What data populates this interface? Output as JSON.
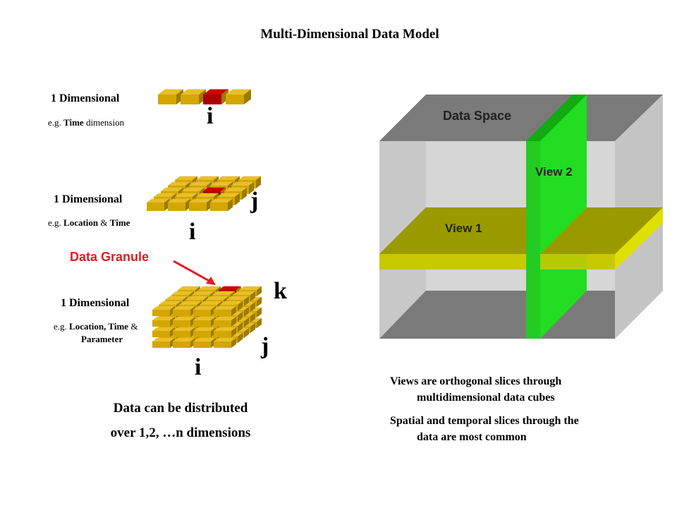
{
  "title": "Multi-Dimensional Data Model",
  "left": {
    "items": [
      {
        "label": "1 Dimensional",
        "example_prefix": "e.g. ",
        "example_bold": "Time",
        "example_suffix": " dimension",
        "axes": [
          "i"
        ]
      },
      {
        "label": "1 Dimensional",
        "example_prefix": "e.g. ",
        "example_bold": "Location",
        "example_suffix": " & ",
        "example_bold2": "Time",
        "axes": [
          "j",
          "i"
        ]
      },
      {
        "label": "1 Dimensional",
        "example_prefix": "e.g. ",
        "example_bold": "Location, Time",
        "example_suffix": " & ",
        "example_line2": "Parameter",
        "axes": [
          "k",
          "j",
          "i"
        ]
      }
    ],
    "granule_label": "Data Granule",
    "footer_line1": "Data can be distributed",
    "footer_line2": "over 1,2, …n dimensions"
  },
  "right": {
    "space_label": "Data Space",
    "view1_label": "View 1",
    "view2_label": "View 2",
    "bullet1_line1": "Views are orthogonal slices through",
    "bullet1_line2": "multidimensional data cubes",
    "bullet2_line1": "Spatial and temporal slices through the",
    "bullet2_line2": "data are most common"
  },
  "colors": {
    "cell": "#d4a600",
    "cell_top": "#e8bf2a",
    "cell_dark": "#9c7a00",
    "granule": "#cc0000",
    "granule_label": "#e31b23",
    "cube_top": "#7a7a7a",
    "cube_right": "#c4c4c4",
    "cube_back": "#d8d8d8",
    "view1": "#9a9a00",
    "view1_front": "#c8c800",
    "view2": "#22dd22",
    "view2_dark": "#11aa11"
  }
}
